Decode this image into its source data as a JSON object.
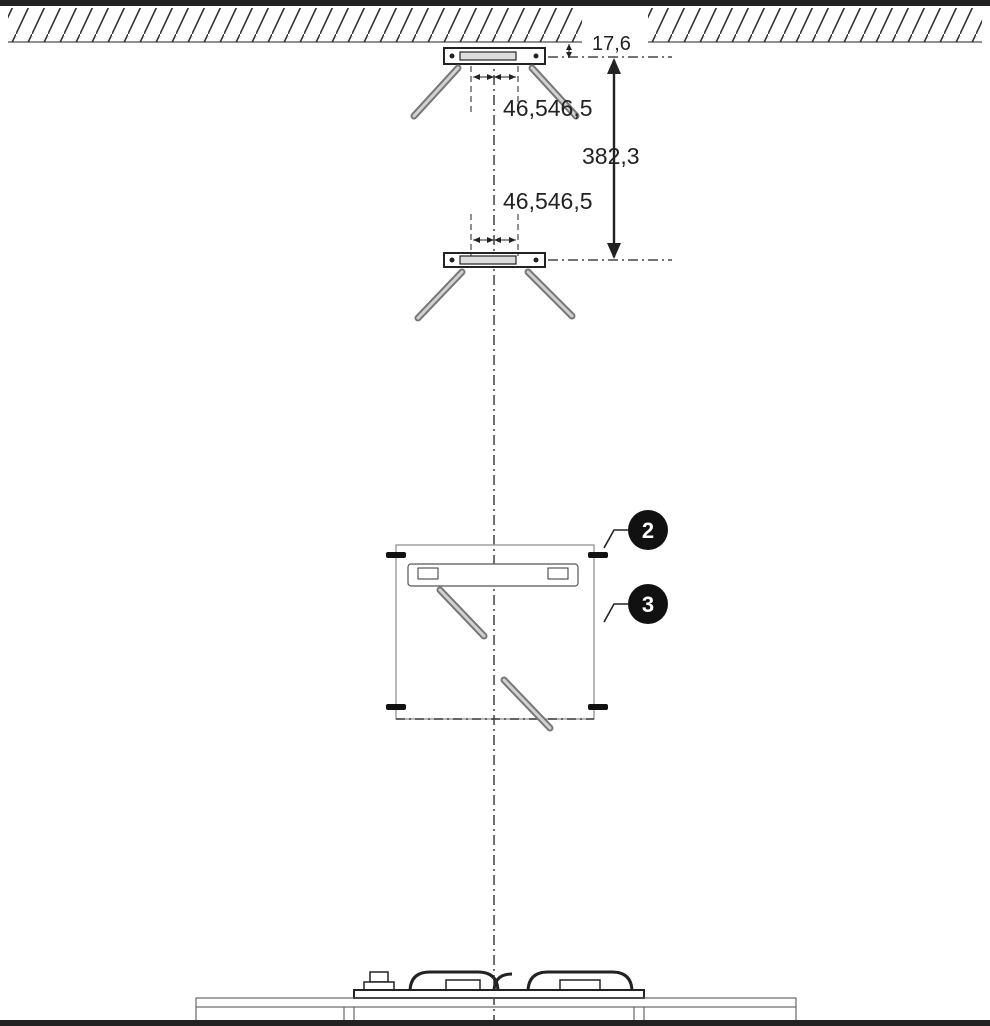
{
  "dimensions": {
    "ceiling_gap": "17,6",
    "upper_offset": "46,546,5",
    "vertical_distance": "382,3",
    "lower_offset": "46,546,5"
  },
  "callouts": [
    {
      "number": "2",
      "meaning": "bracket"
    },
    {
      "number": "3",
      "meaning": "support rod"
    }
  ],
  "colors": {
    "line": "#222222",
    "hatch": "#333333",
    "callout_fill": "#111111",
    "rod": "#777777"
  }
}
